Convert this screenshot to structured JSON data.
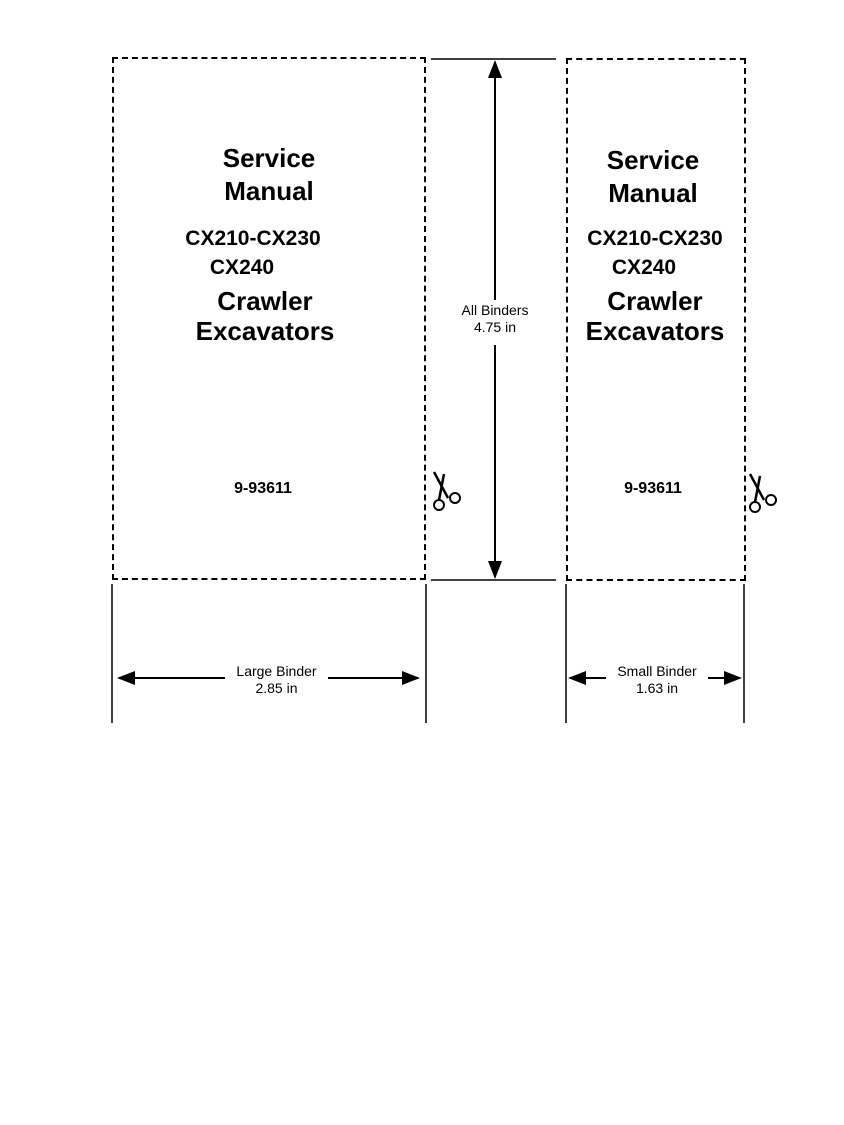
{
  "large_card": {
    "title_line1": "Service",
    "title_line2": "Manual",
    "model_line1": "CX210-CX230",
    "model_line2": "CX240",
    "type_line1": "Crawler",
    "type_line2": "Excavators",
    "part_number": "9-93611"
  },
  "small_card": {
    "title_line1": "Service",
    "title_line2": "Manual",
    "model_line1": "CX210-CX230",
    "model_line2": "CX240",
    "type_line1": "Crawler",
    "type_line2": "Excavators",
    "part_number": "9-93611"
  },
  "dimensions": {
    "all_binders_label": "All Binders",
    "all_binders_value": "4.75 in",
    "large_binder_label": "Large Binder",
    "large_binder_value": "2.85 in",
    "small_binder_label": "Small Binder",
    "small_binder_value": "1.63 in"
  },
  "icons": {
    "cut_mark": "scissors-icon"
  }
}
